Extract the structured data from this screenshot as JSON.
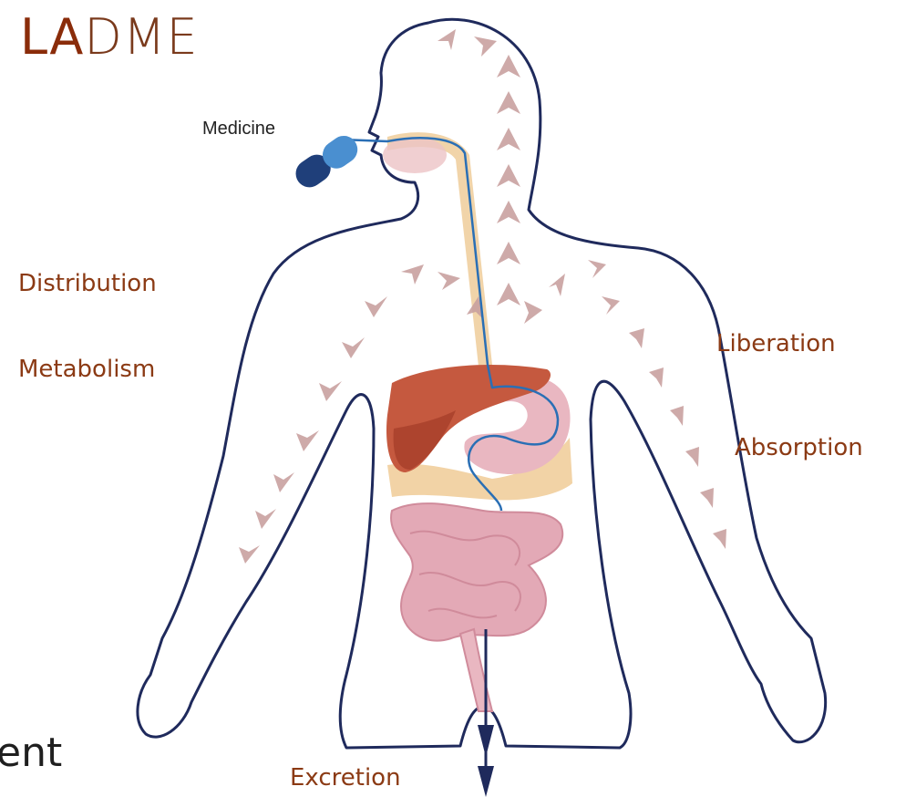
{
  "title": {
    "lead": "LA",
    "rest": "DME"
  },
  "labels": {
    "medicine": "Medicine",
    "distribution": "Distribution",
    "metabolism": "Metabolism",
    "liberation": "Liberation",
    "absorption": "Absorption",
    "excretion": "Excretion"
  },
  "partial_text": "ent",
  "colors": {
    "label": "#8b3a14",
    "outline": "#1f2a5c",
    "arrow": "#c9a1a0",
    "liver": "#c5593f",
    "intestine": "#e9b7c1",
    "fat": "#f2d3a6",
    "tube": "#2a6fb5",
    "pill_light": "#4a8fd0",
    "pill_dark": "#1f3f7a"
  }
}
